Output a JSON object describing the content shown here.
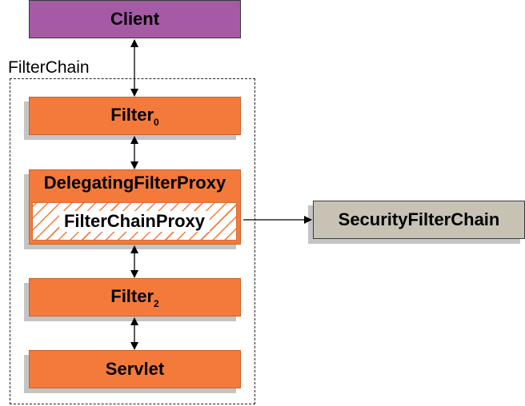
{
  "client": {
    "label": "Client"
  },
  "filter_chain": {
    "label": "FilterChain"
  },
  "filter0": {
    "label": "Filter",
    "subscript": "0"
  },
  "delegating_filter_proxy": {
    "label": "DelegatingFilterProxy"
  },
  "filter_chain_proxy": {
    "label": "FilterChainProxy"
  },
  "filter2": {
    "label": "Filter",
    "subscript": "2"
  },
  "servlet": {
    "label": "Servlet"
  },
  "security_filter_chain": {
    "label": "SecurityFilterChain"
  },
  "colors": {
    "client": "#a45aa4",
    "filter": "#f47a3c",
    "security_filter_chain": "#c7c2b4"
  }
}
